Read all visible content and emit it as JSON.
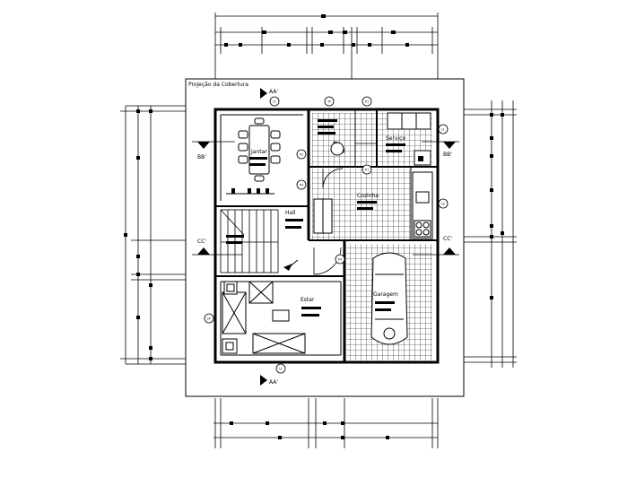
{
  "sheet": {
    "title": "Projeção da Cobertura"
  },
  "rooms": {
    "jantar": "Jantar",
    "servico": "Serviço",
    "cozinha": "Cozinha",
    "hall": "Hall",
    "estar": "Estar",
    "garagem": "Garagem"
  },
  "sections": {
    "aa_top": "AA'",
    "aa_bottom": "AA'",
    "bb_left": "BB'",
    "bb_right": "BB'",
    "cc_left": "CC'",
    "cc_right": "CC'"
  },
  "markers": {
    "m_top": "I1",
    "m_bottom": "I2",
    "m_a": "M",
    "m_b": "P1",
    "m_c": "P2",
    "m_d": "P3",
    "m_e": "P1",
    "m_f": "J1",
    "m_g": "J3",
    "m_h": "P4",
    "m_i": "J4"
  }
}
